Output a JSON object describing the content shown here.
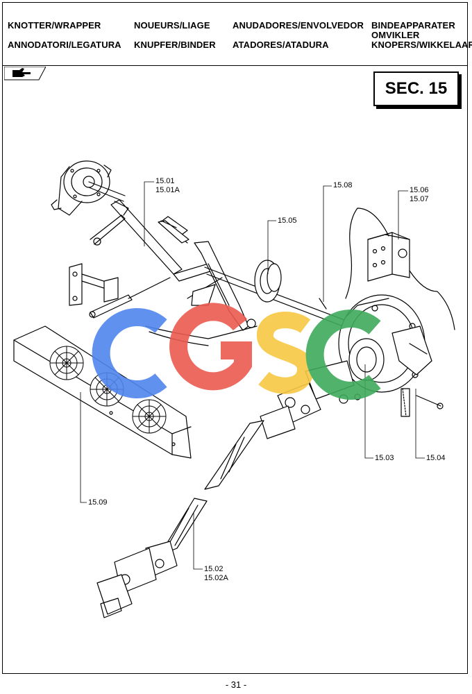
{
  "header": {
    "col1_line1": "KNOTTER/WRAPPER",
    "col1_line2": "ANNODATORI/LEGATURA",
    "col2_line1": "NOUEURS/LIAGE",
    "col2_line2": "KNUPFER/BINDER",
    "col3_line1": "ANUDADORES/ENVOLVEDOR",
    "col3_line2": "ATADORES/ATADURA",
    "col4_line1": "BINDEAPPARATER",
    "col4_line1b": "OMVIKLER",
    "col4_line2": "KNOPERS/WIKKELAAR"
  },
  "section_label": "SEC. 15",
  "watermark": "CGSC",
  "callouts": {
    "c1501": "15.01",
    "c1501a": "15.01A",
    "c1508": "15.08",
    "c1506": "15.06",
    "c1507": "15.07",
    "c1505": "15.05",
    "c1503": "15.03",
    "c1504": "15.04",
    "c1509": "15.09",
    "c1502": "15.02",
    "c1502a": "15.02A"
  },
  "icons": {
    "tab": "pointing-hand-icon"
  },
  "colors": {
    "watermark_blue": "#4f86ee",
    "watermark_red": "#ea5a4f",
    "watermark_yellow": "#f7c844",
    "watermark_green": "#3faa5c"
  },
  "page_number": "- 31 -"
}
